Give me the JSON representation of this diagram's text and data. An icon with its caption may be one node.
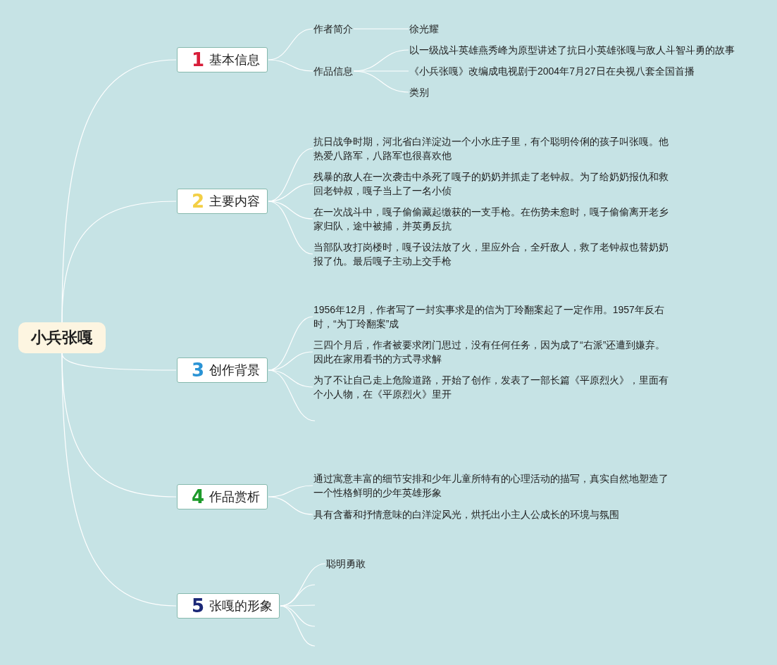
{
  "diagram": {
    "nodes": [
      {
        "text": [
          "小兵张嘎"
        ]
      },
      {
        "text": [
          "1",
          "基本信息"
        ]
      },
      {
        "text": [
          "作者简介"
        ]
      },
      {
        "text": [
          "徐光耀"
        ]
      },
      {
        "text": [
          "作品信息"
        ]
      },
      {
        "text": [
          "以一级战斗英雄燕秀峰为原型讲述了抗日小英雄张嘎与敌人斗智斗勇的故事"
        ]
      },
      {
        "text": [
          "《小兵张嘎》改编成电视剧于2004年7月27日在央视八套全国首播"
        ]
      },
      {
        "text": [
          "类别"
        ]
      },
      {
        "text": [
          "2",
          "主要内容"
        ]
      },
      {
        "text": [
          "抗日战争时期，河北省白洋淀边一个小水庄子里，有个聪明伶俐的孩子叫张嘎。他热爱八路军，八路军也很喜欢他"
        ]
      },
      {
        "text": [
          "残暴的敌人在一次袭击中杀死了嘎子的奶奶并抓走了老钟叔。为了给奶奶报仇和救回老钟叔，嘎子当上了一名小侦"
        ]
      },
      {
        "text": [
          "在一次战斗中，嘎子偷偷藏起缴获的一支手枪。在伤势未愈时，嘎子偷偷离开老乡家归队，途中被捕，并英勇反抗"
        ]
      },
      {
        "text": [
          "当部队攻打岗楼时，嘎子设法放了火，里应外合，全歼敌人，救了老钟叔也替奶奶报了仇。最后嘎子主动上交手枪"
        ]
      },
      {
        "text": [
          "3",
          "创作背景"
        ]
      },
      {
        "text": [
          "1956年12月，作者写了一封实事求是的信为丁玲翻案起了一定作用。1957年反右时，“为丁玲翻案”成"
        ]
      },
      {
        "text": [
          "三四个月后，作者被要求闭门思过，没有任何任务，因为成了“右派”还遭到嫌弃。因此在家用看书的方式寻求解"
        ]
      },
      {
        "text": [
          "为了不让自己走上危险道路，开始了创作，发表了一部长篇《平原烈火》，里面有个小人物，在《平原烈火》里开"
        ]
      },
      {
        "text": [
          "4",
          "作品赏析"
        ]
      },
      {
        "text": [
          "通过寓意丰富的细节安排和少年儿童所特有的心理活动的描写，真实自然地塑造了一个性格鲜明的少年英雄形象"
        ]
      },
      {
        "text": [
          "具有含蓄和抒情意味的白洋淀风光，烘托出小主人公成长的环境与氛围"
        ]
      },
      {
        "text": [
          "5",
          "张嘎的形象"
        ]
      },
      {
        "text": [
          "聪明勇敢"
        ]
      }
    ],
    "edges": [
      {
        "from": 0,
        "to": 1,
        "arrow": "none"
      },
      {
        "from": 1,
        "to": 2,
        "arrow": "none"
      },
      {
        "from": 2,
        "to": 3,
        "arrow": "none"
      },
      {
        "from": 1,
        "to": 4,
        "arrow": "none"
      },
      {
        "from": 4,
        "to": 5,
        "arrow": "none"
      },
      {
        "from": 4,
        "to": 6,
        "arrow": "none"
      },
      {
        "from": 4,
        "to": 7,
        "arrow": "none"
      },
      {
        "from": 0,
        "to": 8,
        "arrow": "none"
      },
      {
        "from": 8,
        "to": 9,
        "arrow": "none"
      },
      {
        "from": 8,
        "to": 10,
        "arrow": "none"
      },
      {
        "from": 8,
        "to": 11,
        "arrow": "none"
      },
      {
        "from": 8,
        "to": 12,
        "arrow": "none"
      },
      {
        "from": 0,
        "to": 13,
        "arrow": "none"
      },
      {
        "from": 13,
        "to": 14,
        "arrow": "none"
      },
      {
        "from": 13,
        "to": 15,
        "arrow": "none"
      },
      {
        "from": 13,
        "to": 16,
        "arrow": "none"
      },
      {
        "from": 13,
        "to": null,
        "arrow": "none"
      },
      {
        "from": 0,
        "to": 17,
        "arrow": "none"
      },
      {
        "from": 17,
        "to": 18,
        "arrow": "none"
      },
      {
        "from": 17,
        "to": 19,
        "arrow": "none"
      },
      {
        "from": 0,
        "to": 20,
        "arrow": "none"
      },
      {
        "from": 20,
        "to": 21,
        "arrow": "none"
      },
      {
        "from": 20,
        "to": null,
        "arrow": "none"
      },
      {
        "from": 20,
        "to": null,
        "arrow": "none"
      },
      {
        "from": 20,
        "to": null,
        "arrow": "none"
      },
      {
        "from": 20,
        "to": null,
        "arrow": "none"
      }
    ]
  }
}
